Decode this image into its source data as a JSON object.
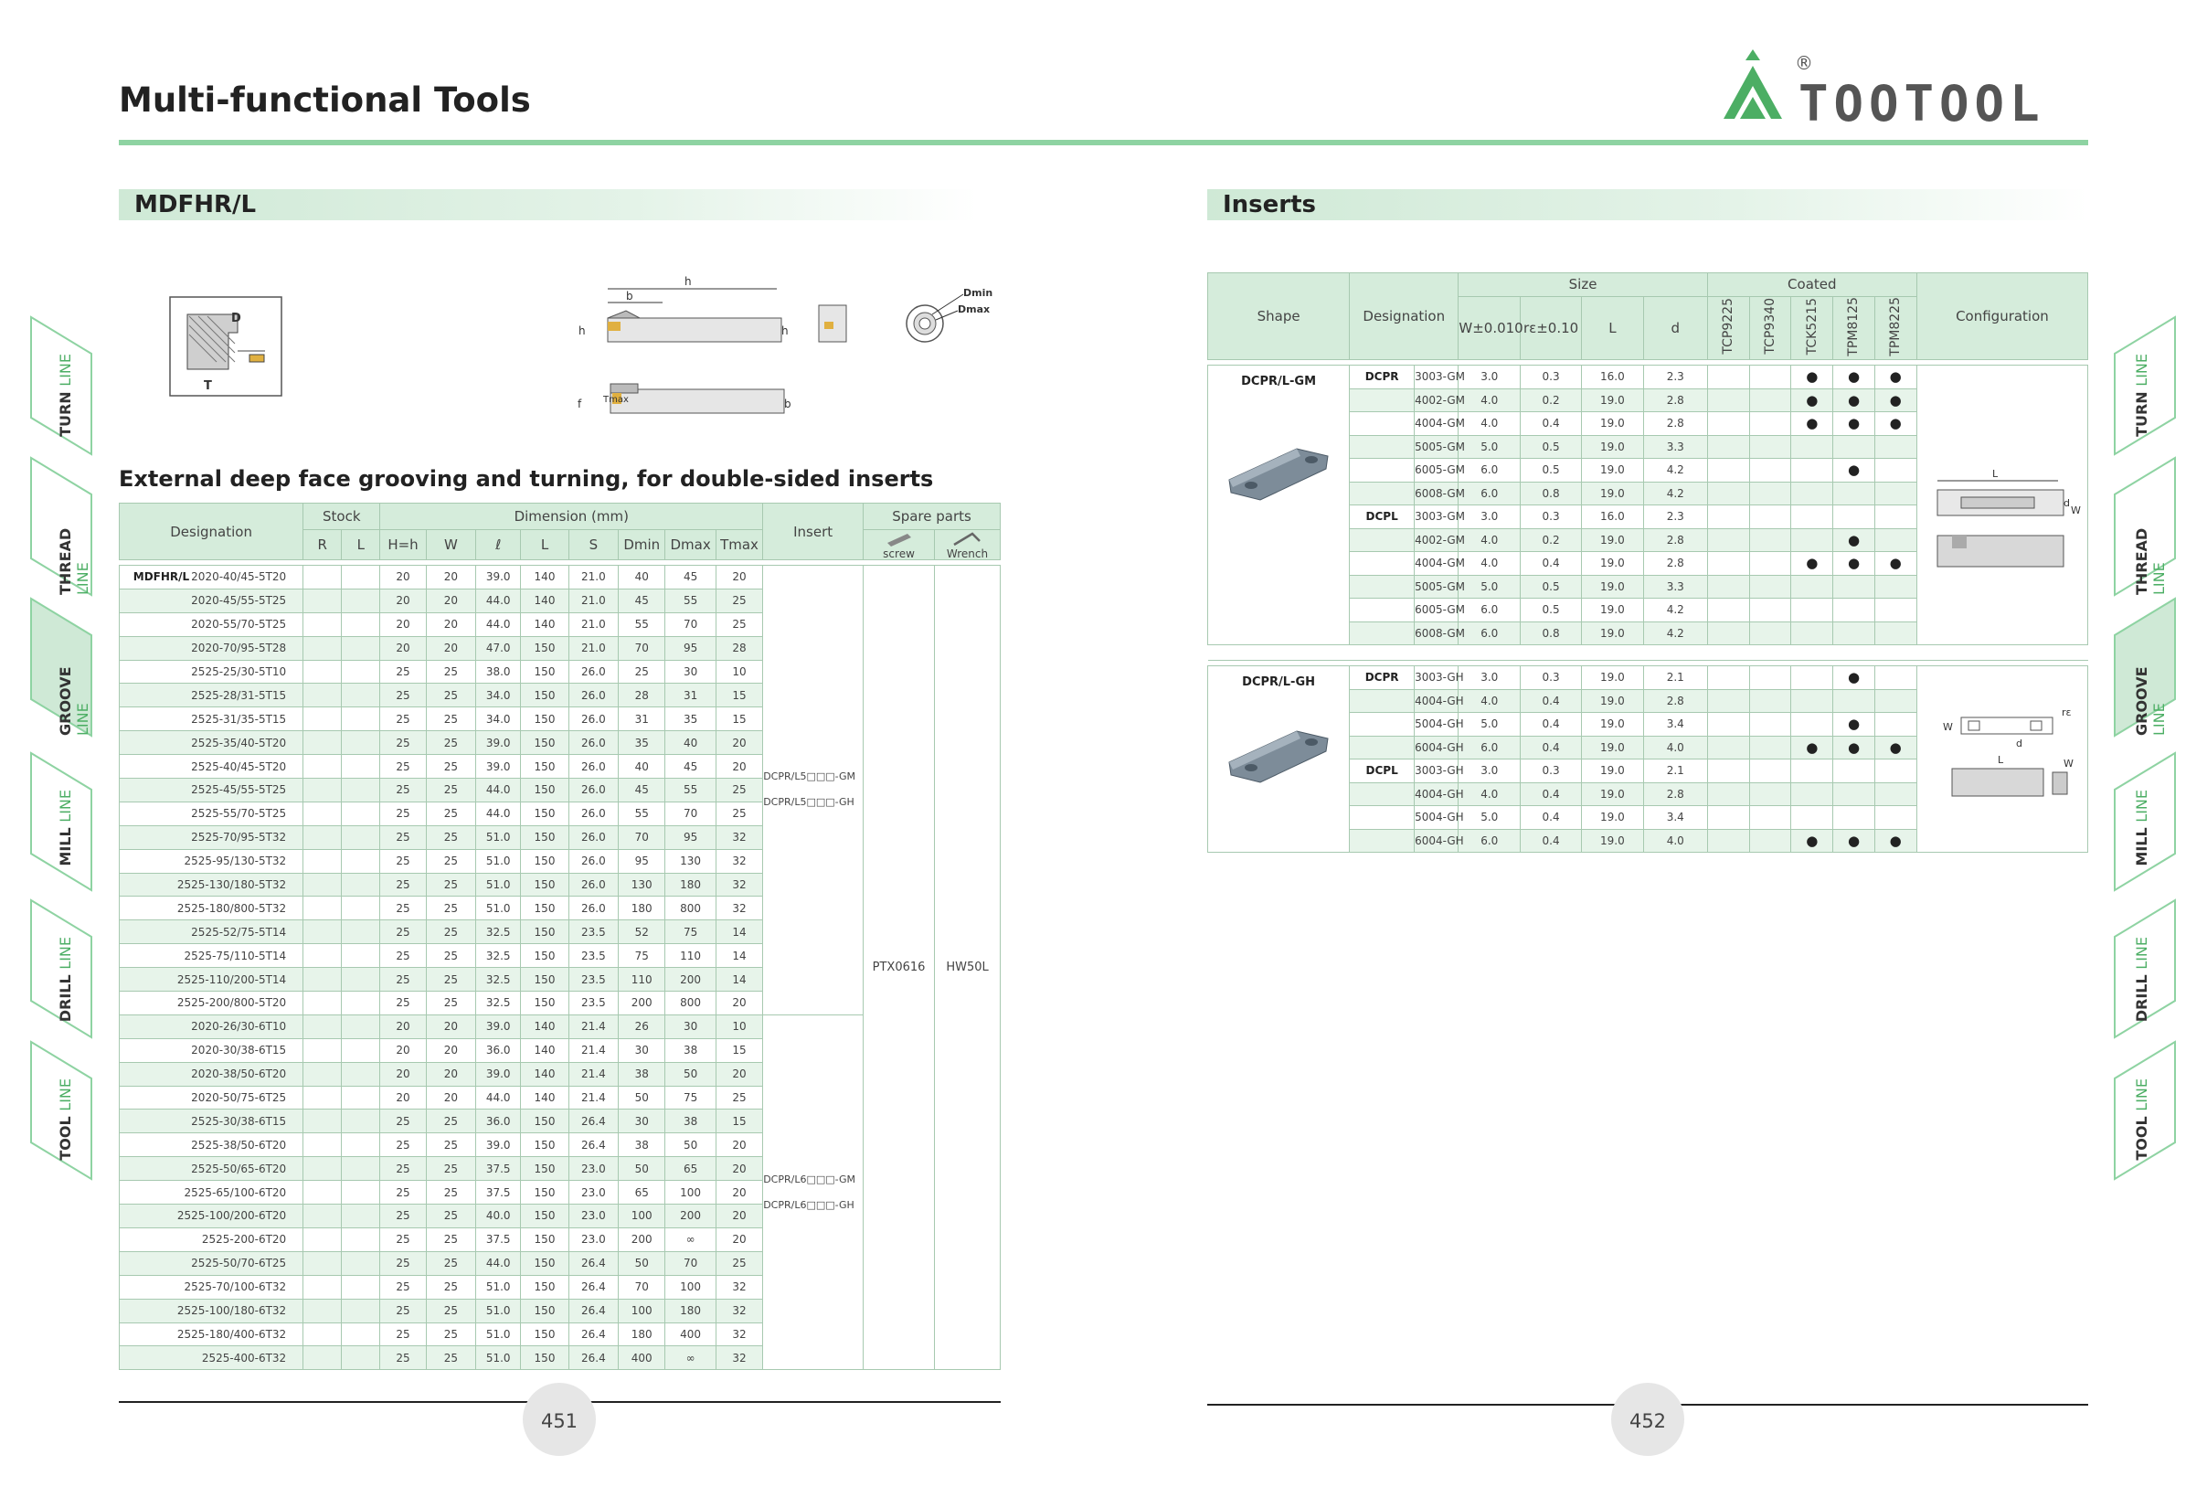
{
  "page_title": "Multi-functional Tools",
  "brand": {
    "name": "TOOTOOL",
    "registered": "®",
    "color": "#4cae64"
  },
  "accent_color": "#8ed3a2",
  "left_section_title": "MDFHR/L",
  "right_section_title": "Inserts",
  "subheading": "External deep face grooving and turning, for double-sided inserts",
  "diagram_labels": {
    "D": "D",
    "T": "T",
    "h": "h",
    "b": "b",
    "f": "f",
    "tmax": "Tmax",
    "dmin": "Dmin",
    "dmax": "Dmax"
  },
  "side_tabs": [
    {
      "bold": "TURN",
      "thin": "LINE"
    },
    {
      "bold": "THREAD",
      "thin": "LINE"
    },
    {
      "bold": "GROOVE",
      "thin": "LINE"
    },
    {
      "bold": "MILL",
      "thin": "LINE"
    },
    {
      "bold": "DRILL",
      "thin": "LINE"
    },
    {
      "bold": "TOOL",
      "thin": "LINE"
    }
  ],
  "holder_table": {
    "headers": {
      "designation": "Designation",
      "stock": "Stock",
      "dimension": "Dimension (mm)",
      "insert": "Insert",
      "spare_parts": "Spare parts",
      "r": "R",
      "l": "L",
      "hh": "H=h",
      "w": "W",
      "ell": "ℓ",
      "L": "L",
      "s": "S",
      "dmin": "Dmin",
      "dmax": "Dmax",
      "tmax": "Tmax",
      "screw": "screw",
      "wrench": "Wrench"
    },
    "series_prefix": "MDFHR/L",
    "group1_insert": [
      "DCPR/L5□□□-GM",
      "DCPR/L5□□□-GH"
    ],
    "group2_insert": [
      "DCPR/L6□□□-GM",
      "DCPR/L6□□□-GH"
    ],
    "screw": "PTX0616",
    "wrench": "HW50L",
    "group1": [
      [
        "2020-40/45-5T20",
        "20",
        "20",
        "39.0",
        "140",
        "21.0",
        "40",
        "45",
        "20"
      ],
      [
        "2020-45/55-5T25",
        "20",
        "20",
        "44.0",
        "140",
        "21.0",
        "45",
        "55",
        "25"
      ],
      [
        "2020-55/70-5T25",
        "20",
        "20",
        "44.0",
        "140",
        "21.0",
        "55",
        "70",
        "25"
      ],
      [
        "2020-70/95-5T28",
        "20",
        "20",
        "47.0",
        "150",
        "21.0",
        "70",
        "95",
        "28"
      ],
      [
        "2525-25/30-5T10",
        "25",
        "25",
        "38.0",
        "150",
        "26.0",
        "25",
        "30",
        "10"
      ],
      [
        "2525-28/31-5T15",
        "25",
        "25",
        "34.0",
        "150",
        "26.0",
        "28",
        "31",
        "15"
      ],
      [
        "2525-31/35-5T15",
        "25",
        "25",
        "34.0",
        "150",
        "26.0",
        "31",
        "35",
        "15"
      ],
      [
        "2525-35/40-5T20",
        "25",
        "25",
        "39.0",
        "150",
        "26.0",
        "35",
        "40",
        "20"
      ],
      [
        "2525-40/45-5T20",
        "25",
        "25",
        "39.0",
        "150",
        "26.0",
        "40",
        "45",
        "20"
      ],
      [
        "2525-45/55-5T25",
        "25",
        "25",
        "44.0",
        "150",
        "26.0",
        "45",
        "55",
        "25"
      ],
      [
        "2525-55/70-5T25",
        "25",
        "25",
        "44.0",
        "150",
        "26.0",
        "55",
        "70",
        "25"
      ],
      [
        "2525-70/95-5T32",
        "25",
        "25",
        "51.0",
        "150",
        "26.0",
        "70",
        "95",
        "32"
      ],
      [
        "2525-95/130-5T32",
        "25",
        "25",
        "51.0",
        "150",
        "26.0",
        "95",
        "130",
        "32"
      ],
      [
        "2525-130/180-5T32",
        "25",
        "25",
        "51.0",
        "150",
        "26.0",
        "130",
        "180",
        "32"
      ],
      [
        "2525-180/800-5T32",
        "25",
        "25",
        "51.0",
        "150",
        "26.0",
        "180",
        "800",
        "32"
      ],
      [
        "2525-52/75-5T14",
        "25",
        "25",
        "32.5",
        "150",
        "23.5",
        "52",
        "75",
        "14"
      ],
      [
        "2525-75/110-5T14",
        "25",
        "25",
        "32.5",
        "150",
        "23.5",
        "75",
        "110",
        "14"
      ],
      [
        "2525-110/200-5T14",
        "25",
        "25",
        "32.5",
        "150",
        "23.5",
        "110",
        "200",
        "14"
      ],
      [
        "2525-200/800-5T20",
        "25",
        "25",
        "32.5",
        "150",
        "23.5",
        "200",
        "800",
        "20"
      ]
    ],
    "group2": [
      [
        "2020-26/30-6T10",
        "20",
        "20",
        "39.0",
        "140",
        "21.4",
        "26",
        "30",
        "10"
      ],
      [
        "2020-30/38-6T15",
        "20",
        "20",
        "36.0",
        "140",
        "21.4",
        "30",
        "38",
        "15"
      ],
      [
        "2020-38/50-6T20",
        "20",
        "20",
        "39.0",
        "140",
        "21.4",
        "38",
        "50",
        "20"
      ],
      [
        "2020-50/75-6T25",
        "20",
        "20",
        "44.0",
        "140",
        "21.4",
        "50",
        "75",
        "25"
      ],
      [
        "2525-30/38-6T15",
        "25",
        "25",
        "36.0",
        "150",
        "26.4",
        "30",
        "38",
        "15"
      ],
      [
        "2525-38/50-6T20",
        "25",
        "25",
        "39.0",
        "150",
        "26.4",
        "38",
        "50",
        "20"
      ],
      [
        "2525-50/65-6T20",
        "25",
        "25",
        "37.5",
        "150",
        "23.0",
        "50",
        "65",
        "20"
      ],
      [
        "2525-65/100-6T20",
        "25",
        "25",
        "37.5",
        "150",
        "23.0",
        "65",
        "100",
        "20"
      ],
      [
        "2525-100/200-6T20",
        "25",
        "25",
        "40.0",
        "150",
        "23.0",
        "100",
        "200",
        "20"
      ],
      [
        "2525-200-6T20",
        "25",
        "25",
        "37.5",
        "150",
        "23.0",
        "200",
        "∞",
        "20"
      ],
      [
        "2525-50/70-6T25",
        "25",
        "25",
        "44.0",
        "150",
        "26.4",
        "50",
        "70",
        "25"
      ],
      [
        "2525-70/100-6T32",
        "25",
        "25",
        "51.0",
        "150",
        "26.4",
        "70",
        "100",
        "32"
      ],
      [
        "2525-100/180-6T32",
        "25",
        "25",
        "51.0",
        "150",
        "26.4",
        "100",
        "180",
        "32"
      ],
      [
        "2525-180/400-6T32",
        "25",
        "25",
        "51.0",
        "150",
        "26.4",
        "180",
        "400",
        "32"
      ],
      [
        "2525-400-6T32",
        "25",
        "25",
        "51.0",
        "150",
        "26.4",
        "400",
        "∞",
        "32"
      ]
    ]
  },
  "inserts_table": {
    "headers": {
      "shape": "Shape",
      "designation": "Designation",
      "size": "Size",
      "coated": "Coated",
      "configuration": "Configuration",
      "w": "W±0.010",
      "re": "rε±0.10",
      "L": "L",
      "d": "d",
      "grades": [
        "TCP9225",
        "TCP9340",
        "TCK5215",
        "TPM8125",
        "TPM8225"
      ]
    },
    "dot_symbol": "●",
    "config_labels": {
      "L": "L",
      "d": "d",
      "W": "W",
      "re": "rε",
      "l": "l"
    },
    "gm": {
      "shape_label": "DCPR/L-GM",
      "rows": [
        {
          "sub": "DCPR",
          "code": "3003-GM",
          "w": "3.0",
          "re": "0.3",
          "L": "16.0",
          "d": "2.3",
          "dots": [
            0,
            0,
            1,
            1,
            1
          ]
        },
        {
          "sub": "",
          "code": "4002-GM",
          "w": "4.0",
          "re": "0.2",
          "L": "19.0",
          "d": "2.8",
          "dots": [
            0,
            0,
            1,
            1,
            1
          ]
        },
        {
          "sub": "",
          "code": "4004-GM",
          "w": "4.0",
          "re": "0.4",
          "L": "19.0",
          "d": "2.8",
          "dots": [
            0,
            0,
            1,
            1,
            1
          ]
        },
        {
          "sub": "",
          "code": "5005-GM",
          "w": "5.0",
          "re": "0.5",
          "L": "19.0",
          "d": "3.3",
          "dots": [
            0,
            0,
            0,
            0,
            0
          ]
        },
        {
          "sub": "",
          "code": "6005-GM",
          "w": "6.0",
          "re": "0.5",
          "L": "19.0",
          "d": "4.2",
          "dots": [
            0,
            0,
            0,
            1,
            0
          ]
        },
        {
          "sub": "",
          "code": "6008-GM",
          "w": "6.0",
          "re": "0.8",
          "L": "19.0",
          "d": "4.2",
          "dots": [
            0,
            0,
            0,
            0,
            0
          ]
        },
        {
          "sub": "DCPL",
          "code": "3003-GM",
          "w": "3.0",
          "re": "0.3",
          "L": "16.0",
          "d": "2.3",
          "dots": [
            0,
            0,
            0,
            0,
            0
          ]
        },
        {
          "sub": "",
          "code": "4002-GM",
          "w": "4.0",
          "re": "0.2",
          "L": "19.0",
          "d": "2.8",
          "dots": [
            0,
            0,
            0,
            1,
            0
          ]
        },
        {
          "sub": "",
          "code": "4004-GM",
          "w": "4.0",
          "re": "0.4",
          "L": "19.0",
          "d": "2.8",
          "dots": [
            0,
            0,
            1,
            1,
            1
          ]
        },
        {
          "sub": "",
          "code": "5005-GM",
          "w": "5.0",
          "re": "0.5",
          "L": "19.0",
          "d": "3.3",
          "dots": [
            0,
            0,
            0,
            0,
            0
          ]
        },
        {
          "sub": "",
          "code": "6005-GM",
          "w": "6.0",
          "re": "0.5",
          "L": "19.0",
          "d": "4.2",
          "dots": [
            0,
            0,
            0,
            0,
            0
          ]
        },
        {
          "sub": "",
          "code": "6008-GM",
          "w": "6.0",
          "re": "0.8",
          "L": "19.0",
          "d": "4.2",
          "dots": [
            0,
            0,
            0,
            0,
            0
          ]
        }
      ]
    },
    "gh": {
      "shape_label": "DCPR/L-GH",
      "rows": [
        {
          "sub": "DCPR",
          "code": "3003-GH",
          "w": "3.0",
          "re": "0.3",
          "L": "19.0",
          "d": "2.1",
          "dots": [
            0,
            0,
            0,
            1,
            0
          ]
        },
        {
          "sub": "",
          "code": "4004-GH",
          "w": "4.0",
          "re": "0.4",
          "L": "19.0",
          "d": "2.8",
          "dots": [
            0,
            0,
            0,
            0,
            0
          ]
        },
        {
          "sub": "",
          "code": "5004-GH",
          "w": "5.0",
          "re": "0.4",
          "L": "19.0",
          "d": "3.4",
          "dots": [
            0,
            0,
            0,
            1,
            0
          ]
        },
        {
          "sub": "",
          "code": "6004-GH",
          "w": "6.0",
          "re": "0.4",
          "L": "19.0",
          "d": "4.0",
          "dots": [
            0,
            0,
            1,
            1,
            1
          ]
        },
        {
          "sub": "DCPL",
          "code": "3003-GH",
          "w": "3.0",
          "re": "0.3",
          "L": "19.0",
          "d": "2.1",
          "dots": [
            0,
            0,
            0,
            0,
            0
          ]
        },
        {
          "sub": "",
          "code": "4004-GH",
          "w": "4.0",
          "re": "0.4",
          "L": "19.0",
          "d": "2.8",
          "dots": [
            0,
            0,
            0,
            0,
            0
          ]
        },
        {
          "sub": "",
          "code": "5004-GH",
          "w": "5.0",
          "re": "0.4",
          "L": "19.0",
          "d": "3.4",
          "dots": [
            0,
            0,
            0,
            0,
            0
          ]
        },
        {
          "sub": "",
          "code": "6004-GH",
          "w": "6.0",
          "re": "0.4",
          "L": "19.0",
          "d": "4.0",
          "dots": [
            0,
            0,
            1,
            1,
            1
          ]
        }
      ]
    }
  },
  "page_numbers": {
    "left": "451",
    "right": "452"
  }
}
